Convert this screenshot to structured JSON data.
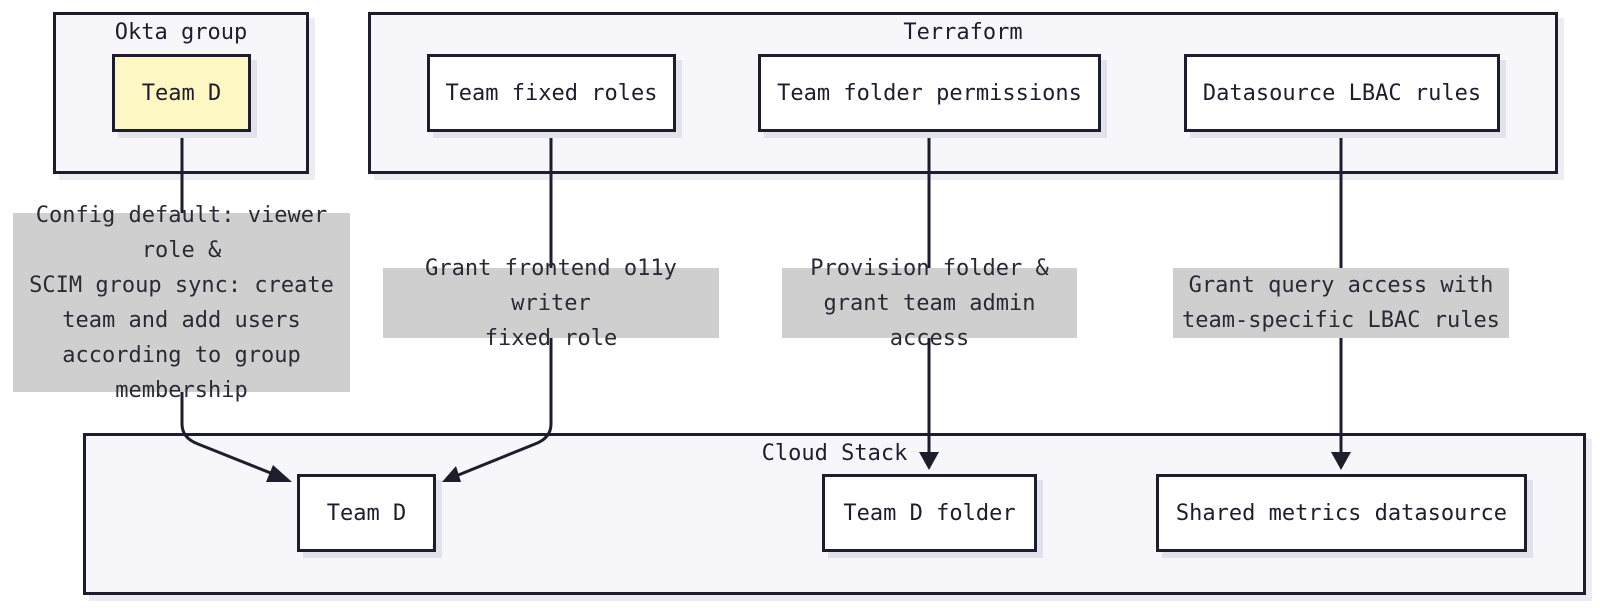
{
  "clusters": {
    "okta": {
      "title": "Okta group"
    },
    "terraform": {
      "title": "Terraform"
    },
    "cloud": {
      "title": "Cloud Stack"
    }
  },
  "nodes": {
    "okta_team_d": "Team D",
    "team_fixed_roles": "Team fixed roles",
    "team_folder_permissions": "Team folder permissions",
    "datasource_lbac_rules": "Datasource LBAC rules",
    "cloud_team_d": "Team D",
    "team_d_folder": "Team D folder",
    "shared_metrics_datasource": "Shared metrics datasource"
  },
  "edge_labels": {
    "okta_to_team": "Config default: viewer role &\nSCIM group sync: create\nteam and add users\naccording to group\nmembership",
    "roles_to_team": "Grant frontend o11y writer\nfixed role",
    "folder_perms_to_folder": "Provision folder &\ngrant team admin access",
    "lbac_to_datasource": "Grant query access with\nteam-specific LBAC rules"
  },
  "colors": {
    "stroke": "#1e1d2e",
    "cluster_fill": "#f7f7fb",
    "highlight_fill": "#fdf7c3",
    "label_fill": "#cfcfcf"
  }
}
